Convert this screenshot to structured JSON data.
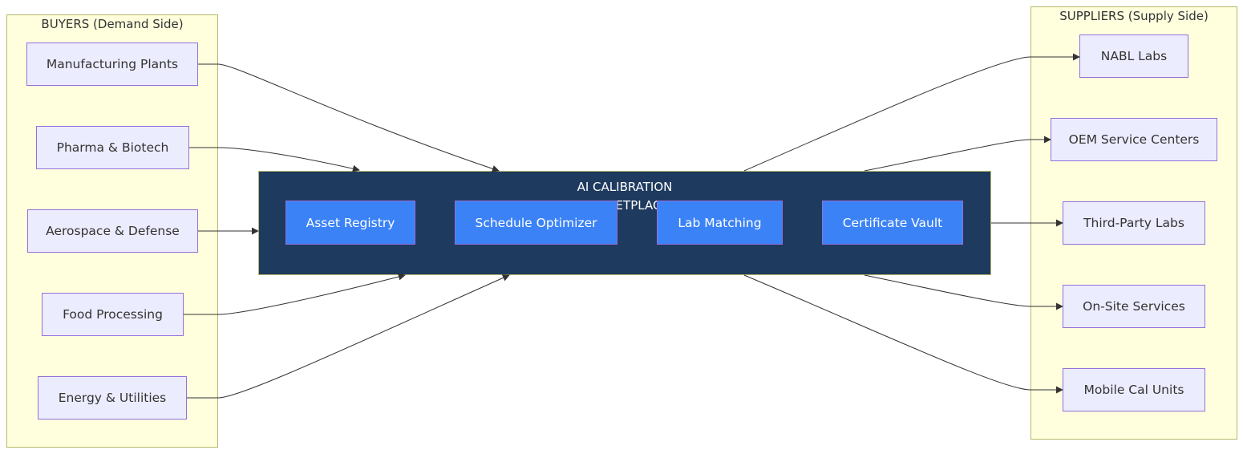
{
  "buyers": {
    "title": "BUYERS (Demand Side)",
    "items": [
      "Manufacturing Plants",
      "Pharma & Biotech",
      "Aerospace & Defense",
      "Food Processing",
      "Energy & Utilities"
    ]
  },
  "marketplace": {
    "title_line1": "AI CALIBRATION",
    "title_line2": "MARKETPLACE",
    "modules": [
      "Asset Registry",
      "Schedule Optimizer",
      "Lab Matching",
      "Certificate Vault"
    ]
  },
  "suppliers": {
    "title": "SUPPLIERS (Supply Side)",
    "items": [
      "NABL Labs",
      "OEM Service Centers",
      "Third-Party Labs",
      "On-Site Services",
      "Mobile Cal Units"
    ]
  },
  "colors": {
    "group_fill": "#ffffde",
    "node_fill": "#ececff",
    "node_border": "#9370db",
    "hub_fill": "#1e3a5f",
    "module_fill": "#3b82f6",
    "edge": "#333333"
  }
}
